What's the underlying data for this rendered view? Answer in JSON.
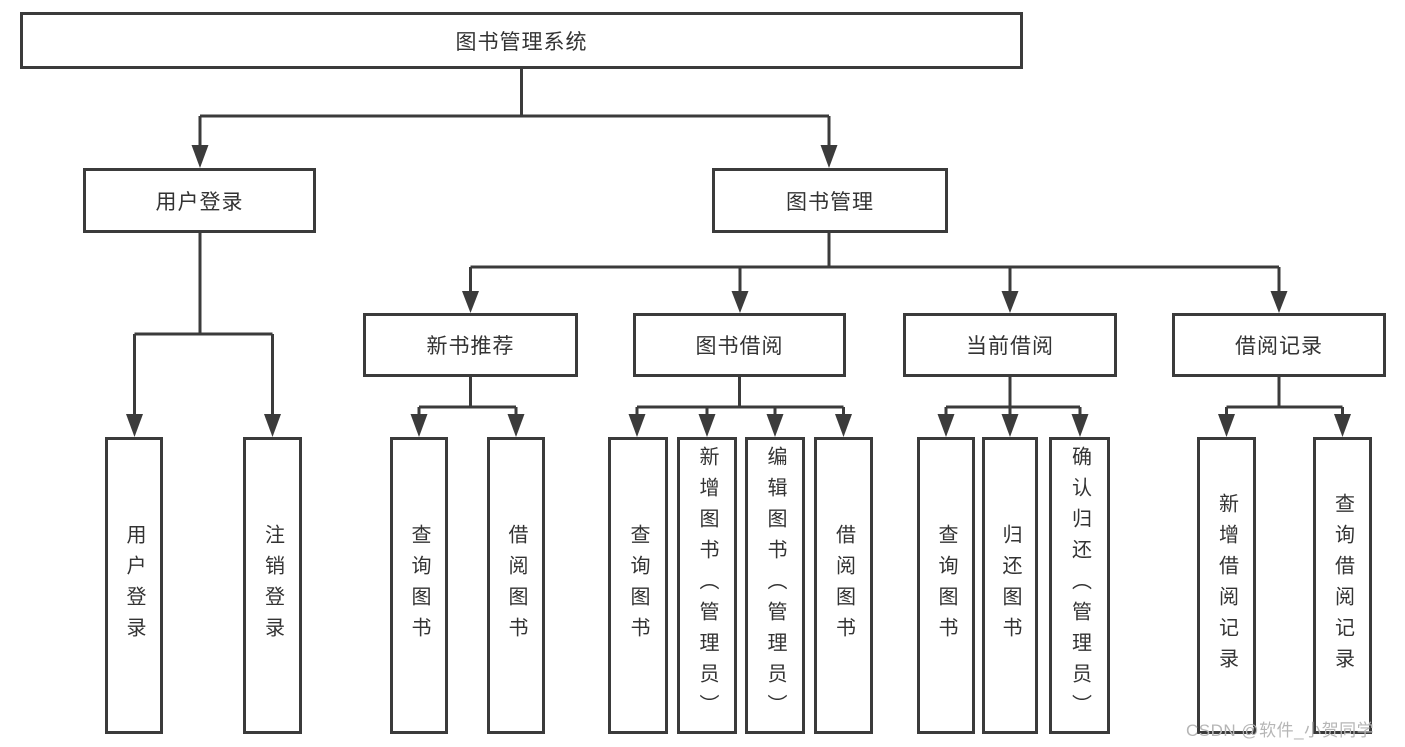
{
  "tree": {
    "label": "图书管理系统",
    "children": [
      {
        "label": "用户登录",
        "children": [
          {
            "label": "用户登录"
          },
          {
            "label": "注销登录"
          }
        ]
      },
      {
        "label": "图书管理",
        "children": [
          {
            "label": "新书推荐",
            "children": [
              {
                "label": "查询图书"
              },
              {
                "label": "借阅图书"
              }
            ]
          },
          {
            "label": "图书借阅",
            "children": [
              {
                "label": "查询图书"
              },
              {
                "label": "新增图书（管理员）"
              },
              {
                "label": "编辑图书（管理员）"
              },
              {
                "label": "借阅图书"
              }
            ]
          },
          {
            "label": "当前借阅",
            "children": [
              {
                "label": "查询图书"
              },
              {
                "label": "归还图书"
              },
              {
                "label": "确认归还（管理员）"
              }
            ]
          },
          {
            "label": "借阅记录",
            "children": [
              {
                "label": "新增借阅记录"
              },
              {
                "label": "查询借阅记录"
              }
            ]
          }
        ]
      }
    ]
  },
  "watermark": "CSDN @软件_小贺同学",
  "colors": {
    "line": "#3b3b3b",
    "text": "#333333",
    "watermark": "#b6b6b6",
    "background": "#ffffff"
  }
}
